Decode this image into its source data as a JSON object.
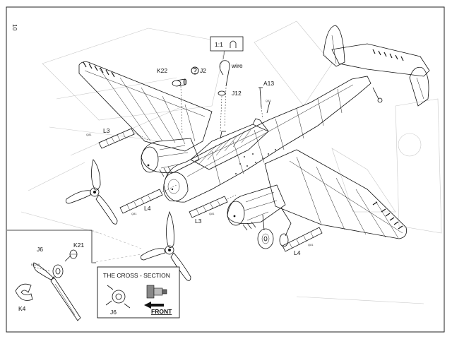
{
  "page": {
    "number": "10"
  },
  "scale_box": {
    "label": "1:1"
  },
  "part_labels": {
    "k22": "K22",
    "j2": "J2",
    "wire": "wire",
    "j12": "J12",
    "a13": "A13",
    "l3_top": "L3",
    "l4_left": "L4",
    "l3_bottom": "L3",
    "l4_right": "L4",
    "j6_inset": "J6",
    "k21": "K21",
    "k4": "K4"
  },
  "part_tags": {
    "tag_l3_top": "Q81",
    "tag_l4_left": "Q81",
    "tag_l3_bottom": "Q81",
    "tag_l4_right": "Q81",
    "tag_a13": "Q43",
    "tag_k21": "BK218"
  },
  "cross_section": {
    "title": "THE CROSS - SECTION",
    "part": "J6",
    "front_label": "FRONT"
  },
  "icons": {
    "step": "question-circle-icon",
    "bend": "horseshoe-icon"
  }
}
